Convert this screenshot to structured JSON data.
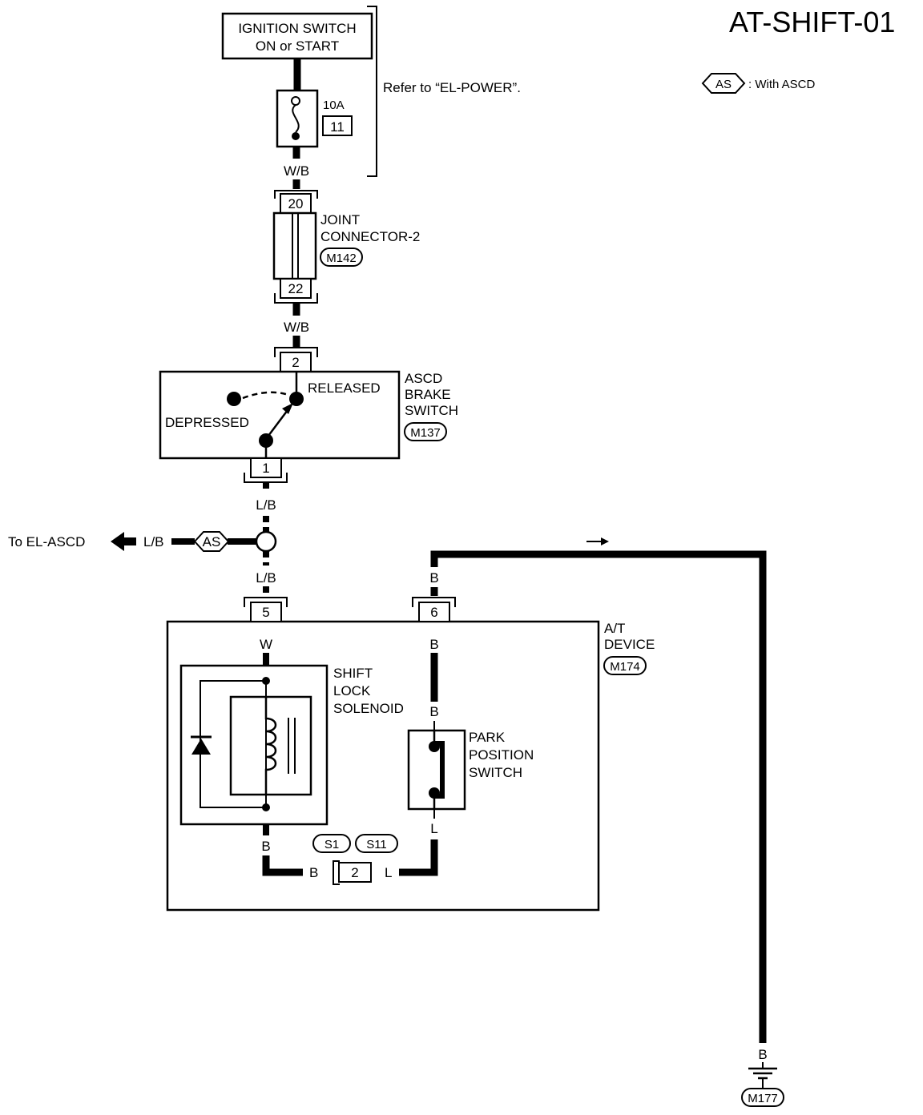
{
  "title": "AT-SHIFT-01",
  "legend": {
    "badge": "AS",
    "text": ": With ASCD"
  },
  "power": {
    "line1": "IGNITION SWITCH",
    "line2": "ON or START",
    "refer": "Refer to “EL-POWER”."
  },
  "fuse": {
    "rating": "10A",
    "number": "11"
  },
  "wires": {
    "wb_1": "W/B",
    "wb_2": "W/B",
    "lb_1": "L/B",
    "lb_2": "L/B",
    "lb_side": "L/B",
    "w_in": "W",
    "b_top": "B",
    "b_in": "B",
    "b_mid": "B",
    "l_out": "L",
    "b_sol": "B",
    "b_conn_left": "B",
    "l_conn_right": "L",
    "b_ground": "B"
  },
  "joint_connector": {
    "line1": "JOINT",
    "line2": "CONNECTOR-2",
    "code": "M142",
    "pin_top": "20",
    "pin_bottom": "22"
  },
  "brake_switch": {
    "line1": "ASCD",
    "line2": "BRAKE",
    "line3": "SWITCH",
    "code": "M137",
    "pin_top": "2",
    "pin_bottom": "1",
    "state_released": "RELEASED",
    "state_depressed": "DEPRESSED"
  },
  "ascd_branch": {
    "label": "To EL-ASCD",
    "badge": "AS"
  },
  "at_device": {
    "line1": "A/T",
    "line2": "DEVICE",
    "code": "M174",
    "pin_5": "5",
    "pin_6": "6"
  },
  "solenoid": {
    "line1": "SHIFT",
    "line2": "LOCK",
    "line3": "SOLENOID"
  },
  "park_switch": {
    "line1": "PARK",
    "line2": "POSITION",
    "line3": "SWITCH"
  },
  "splice": {
    "code1": "S1",
    "code2": "S11",
    "pin": "2"
  },
  "ground": {
    "code": "M177"
  }
}
